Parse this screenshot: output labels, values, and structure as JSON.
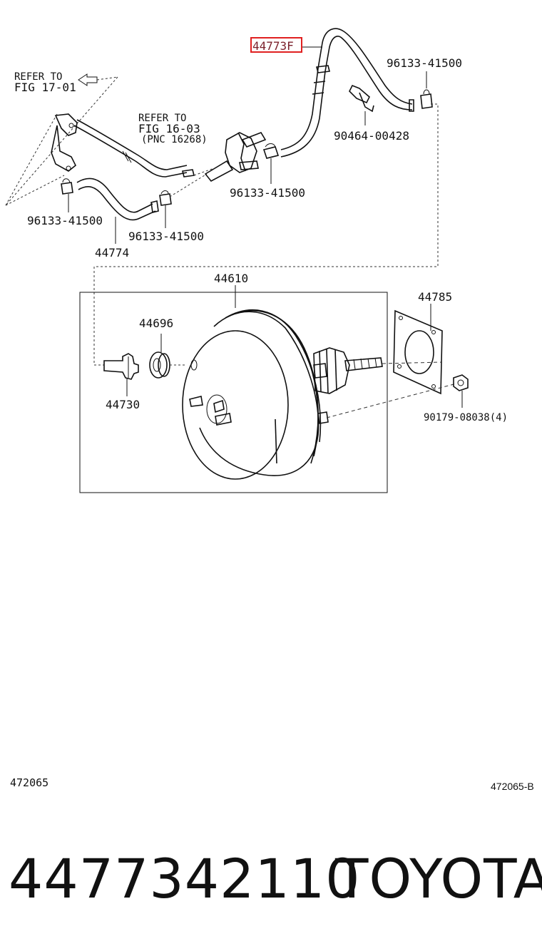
{
  "diagram": {
    "labels": {
      "refer_17": [
        "REFER TO",
        "FIG 17-01"
      ],
      "refer_16": [
        "REFER TO",
        "FIG 16-03",
        "(PNC 16268)"
      ],
      "p44773": "44773F",
      "p96133_top": "96133-41500",
      "p90464": "90464-00428",
      "p96133_mid": "96133-41500",
      "p96133_left": "96133-41500",
      "p96133_lower": "96133-41500",
      "p44774": "44774",
      "p44610": "44610",
      "p44696": "44696",
      "p44730": "44730",
      "p44785": "44785",
      "p90179": "90179-08038(4)"
    },
    "highlight_color": "#e02020"
  },
  "figure_codes": {
    "left": "472065",
    "right": "472065-B"
  },
  "footer": {
    "part_number": "4477342110",
    "brand": "TOYOTA"
  }
}
